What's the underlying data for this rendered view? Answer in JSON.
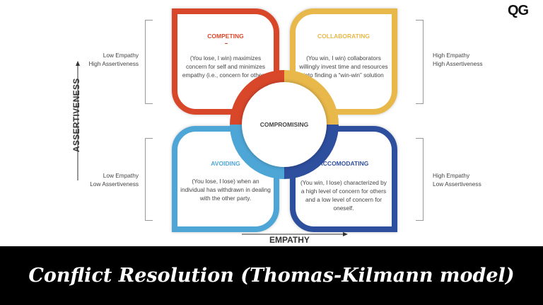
{
  "logo": "QG",
  "colors": {
    "competing": "#d9472b",
    "collaborating": "#e8b84a",
    "avoiding": "#4ea6d6",
    "accomodating": "#2e4f9e"
  },
  "quadrants": {
    "competing": {
      "title": "COMPETING",
      "text": "(You lose, I win) maximizes concern for self and minimizes empathy (i.e., concern for others)"
    },
    "collaborating": {
      "title": "COLLABORATING",
      "text": "(You win, I win) collaborators willingly invest time and resources into finding a “win-win” solution"
    },
    "avoiding": {
      "title": "AVOIDING",
      "text": "(You lose, I lose) when an individual has withdrawn in dealing with the other party."
    },
    "accomodating": {
      "title": "ACCOMODATING",
      "text": "(You win, I lose) characterized by a high level of concern for others and a low level of concern for oneself."
    }
  },
  "center": "COMPROMISING",
  "side_labels": {
    "top_left": [
      "Low Empathy",
      "High Assertiveness"
    ],
    "bottom_left": [
      "Low Empathy",
      "Low Assertiveness"
    ],
    "top_right": [
      "High Empathy",
      "High Assertiveness"
    ],
    "bottom_right": [
      "High Empathy",
      "Low Assertiveness"
    ]
  },
  "axes": {
    "y": "ASSERTIVENESS",
    "x": "EMPATHY"
  },
  "title": "Conflict Resolution (Thomas-Kilmann model)"
}
